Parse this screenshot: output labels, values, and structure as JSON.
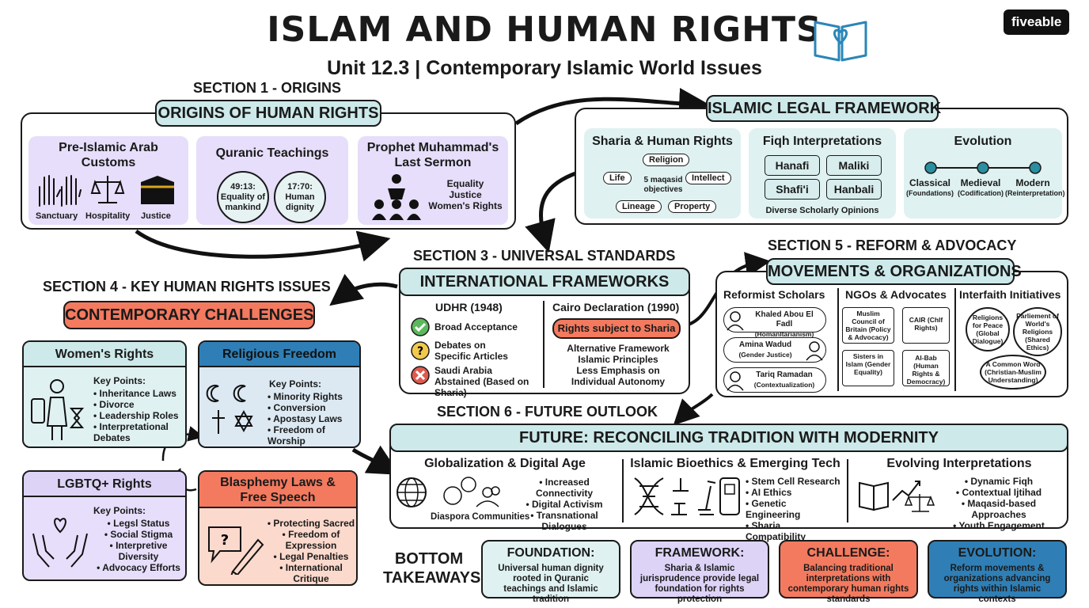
{
  "header": {
    "title": "ISLAM AND HUMAN RIGHTS",
    "subtitle": "Unit 12.3 | Contemporary Islamic World Issues",
    "brand": "fiveable"
  },
  "section1": {
    "label": "SECTION 1 - ORIGINS",
    "heading": "ORIGINS OF HUMAN RIGHTS",
    "pre_islamic": {
      "title": "Pre-Islamic Arab Customs",
      "items": [
        "Sanctuary",
        "Hospitality",
        "Justice"
      ]
    },
    "quranic": {
      "title": "Quranic Teachings",
      "c1": "49:13: Equality of mankind",
      "c2": "17:70: Human dignity"
    },
    "sermon": {
      "title": "Prophet Muhammad's Last Sermon",
      "points": [
        "Equality",
        "Justice",
        "Women's Rights"
      ]
    }
  },
  "section2": {
    "heading": "ISLAMIC LEGAL FRAMEWORK",
    "sharia": {
      "title": "Sharia & Human Rights",
      "center": "5 maqasid objectives",
      "nodes": [
        "Religion",
        "Life",
        "Intellect",
        "Lineage",
        "Property"
      ]
    },
    "fiqh": {
      "title": "Fiqh Interpretations",
      "schools": [
        "Hanafi",
        "Maliki",
        "Shafi'i",
        "Hanbali"
      ],
      "note": "Diverse Scholarly Opinions"
    },
    "evolution": {
      "title": "Evolution",
      "stages": [
        {
          "name": "Classical",
          "desc": "(Foundations)"
        },
        {
          "name": "Medieval",
          "desc": "(Codification)"
        },
        {
          "name": "Modern",
          "desc": "(Reinterpretation)"
        }
      ]
    }
  },
  "section3": {
    "label": "SECTION 3 - UNIVERSAL STANDARDS",
    "heading": "INTERNATIONAL FRAMEWORKS",
    "udhr": {
      "title": "UDHR (1948)",
      "items": [
        "Broad Acceptance",
        "Debates on Specific Articles",
        "Saudi Arabia Abstained (Based on Sharia)"
      ]
    },
    "cairo": {
      "title": "Cairo Declaration (1990)",
      "badge": "Rights subject to Sharia",
      "points": [
        "Alternative Framework",
        "Islamic Principles",
        "Less Emphasis on Individual Autonomy"
      ]
    }
  },
  "section4": {
    "label": "SECTION 4 - KEY HUMAN RIGHTS ISSUES",
    "heading": "CONTEMPORARY CHALLENGES",
    "key_points_label": "Key Points:",
    "women": {
      "title": "Women's Rights",
      "points": [
        "Inheritance Laws",
        "Divorce",
        "Leadership Roles",
        "Interpretational Debates"
      ]
    },
    "religious": {
      "title": "Religious Freedom",
      "points": [
        "Minority Rights",
        "Conversion",
        "Apostasy Laws",
        "Freedom of Worship"
      ]
    },
    "lgbtq": {
      "title": "LGBTQ+ Rights",
      "points": [
        "Legsl Status",
        "Social Stigma",
        "Interpretive Diversity",
        "Advocacy Efforts"
      ]
    },
    "blasphemy": {
      "title": "Blasphemy Laws & Free Speech",
      "points": [
        "Protecting Sacred",
        "Freedom of Expression",
        "Legal Penalties",
        "International Critique"
      ]
    }
  },
  "section5": {
    "label": "SECTION 5 - REFORM & ADVOCACY",
    "heading": "MOVEMENTS & ORGANIZATIONS",
    "scholars": {
      "title": "Reformist Scholars",
      "people": [
        {
          "name": "Khaled Abou El Fadl",
          "role": "(Homanltarianism)"
        },
        {
          "name": "Amina Wadud",
          "role": "(Gender Justice)"
        },
        {
          "name": "Tariq Ramadan",
          "role": "(Contextualization)"
        }
      ]
    },
    "ngos": {
      "title": "NGOs & Advocates",
      "items": [
        "Muslim Council of Britain (Policy & Advocacy)",
        "CAIR (Chlf Rights)",
        "Sisters in Islam (Gender Equality)",
        "Al-Bab (Human Rights & Democracy)"
      ]
    },
    "interfaith": {
      "title": "Interfaith Initiatives",
      "items": [
        "Religions for Peace (Global Dialogue)",
        "Parliement of World's Religions (Shared Ethics)",
        "A Common Word (Christian-Muslim Understanding)"
      ]
    }
  },
  "section6": {
    "label": "SECTION 6 - FUTURE OUTLOOK",
    "heading": "FUTURE: RECONCILING TRADITION WITH MODERNITY",
    "globalization": {
      "title": "Globalization & Digital Age",
      "caption": "Diaspora Communities",
      "points": [
        "Increased Connectivity",
        "Digital Activism",
        "Transnational Dialogues"
      ]
    },
    "bioethics": {
      "title": "Islamic Bioethics & Emerging Tech",
      "points": [
        "Stem Cell Research",
        "AI Ethics",
        "Genetic Engineering",
        "Sharia Compatibility"
      ]
    },
    "evolving": {
      "title": "Evolving Interpretations",
      "points": [
        "Dynamic Fiqh",
        "Contextual Ijtihad",
        "Maqasid-based Approaches",
        "Youth Engagement"
      ]
    }
  },
  "takeaways": {
    "label": "BOTTOM TAKEAWAYS",
    "cards": [
      {
        "title": "FOUNDATION:",
        "body": "Universal human dignity rooted in Quranic teachings and Islamic tradition",
        "color": "#dff1f1"
      },
      {
        "title": "FRAMEWORK:",
        "body": "Sharia & Islamic jurisprudence provide legal foundation for rights protection",
        "color": "#ddd3f7"
      },
      {
        "title": "CHALLENGE:",
        "body": "Balancing traditional interpretations with contemporary human rights standards",
        "color": "#f37a5f"
      },
      {
        "title": "EVOLUTION:",
        "body": "Reform movements & organizations advancing rights within Islamic contexts",
        "color": "#2f7fb6"
      }
    ]
  }
}
